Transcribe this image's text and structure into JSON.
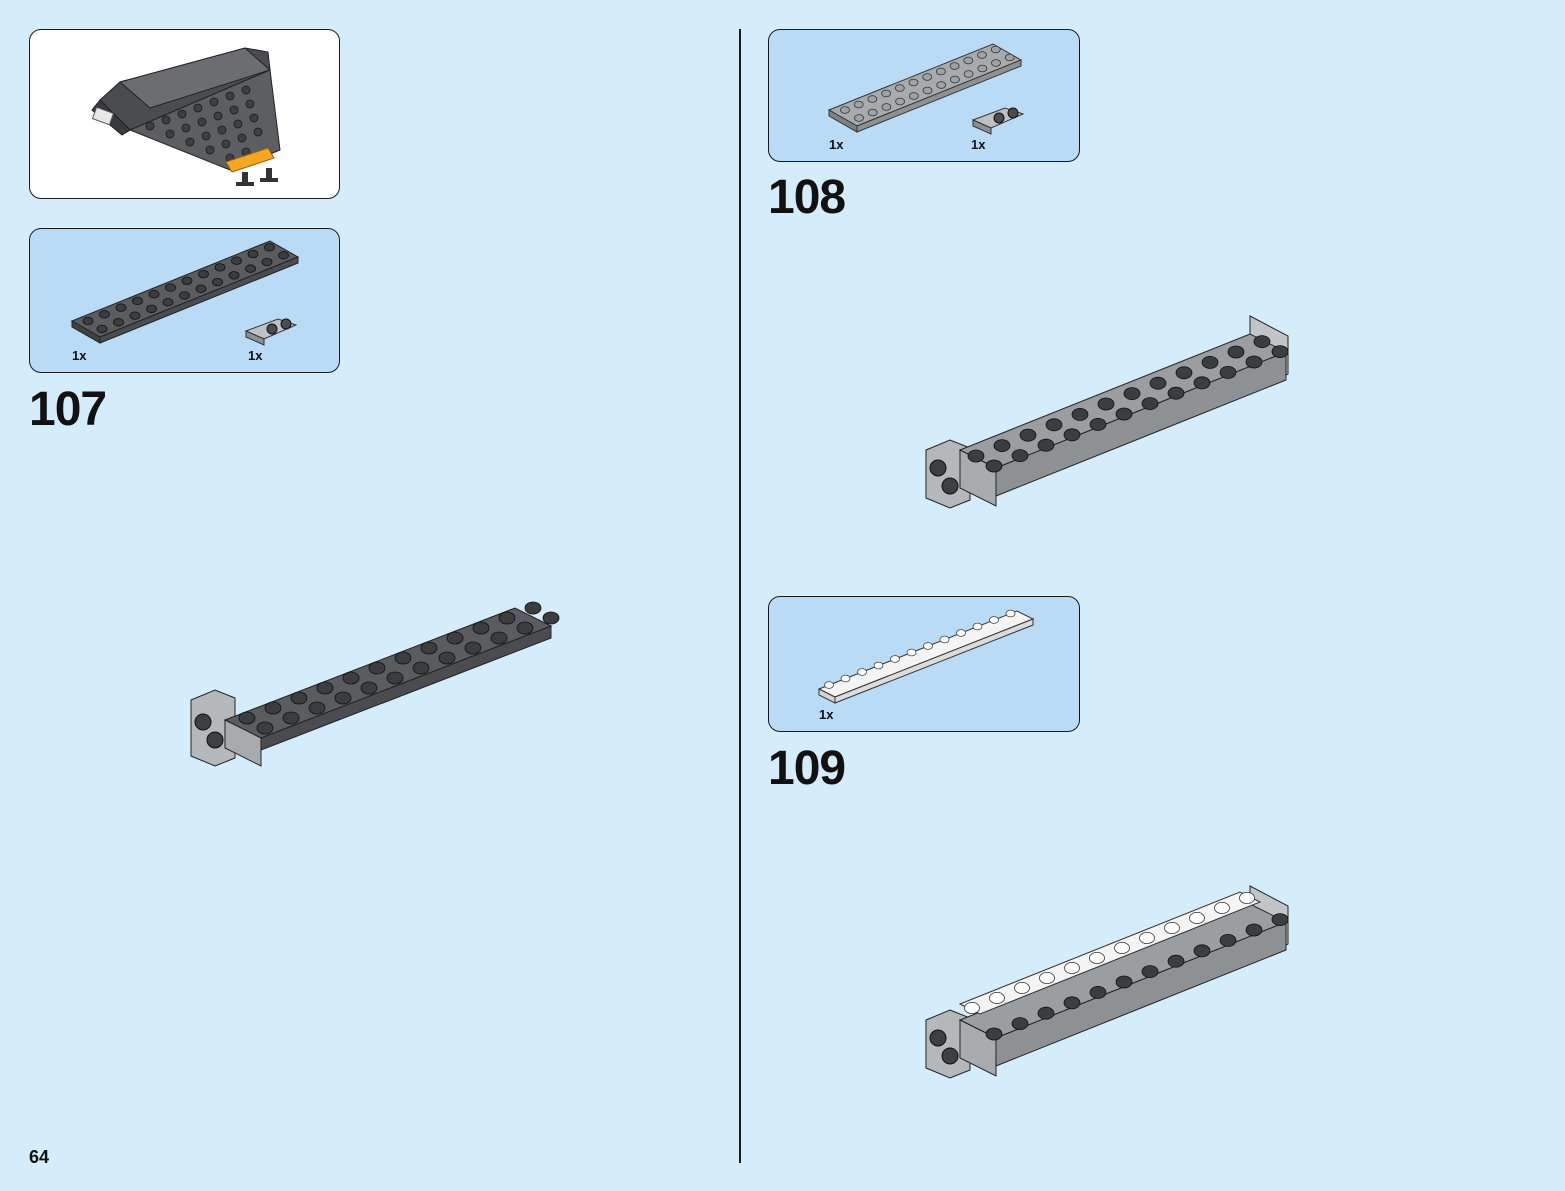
{
  "page": {
    "number": "64"
  },
  "steps": [
    {
      "number": "107",
      "parts": [
        {
          "quantity": "1x",
          "part": "dark gray plate 2x12"
        },
        {
          "quantity": "1x",
          "part": "light gray bracket 1x2 with studs"
        }
      ]
    },
    {
      "number": "108",
      "parts": [
        {
          "quantity": "1x",
          "part": "light gray plate 2x12"
        },
        {
          "quantity": "1x",
          "part": "light gray bracket 1x2 with studs"
        }
      ]
    },
    {
      "number": "109",
      "parts": [
        {
          "quantity": "1x",
          "part": "white plate 1x12"
        }
      ]
    }
  ],
  "colors": {
    "background": "#d5ecfb",
    "parts_panel": "#b9dbf5",
    "dark_gray": "#5a5c5f",
    "light_gray": "#a8abad",
    "orange": "#f5a623",
    "white": "#f2f2f2"
  }
}
